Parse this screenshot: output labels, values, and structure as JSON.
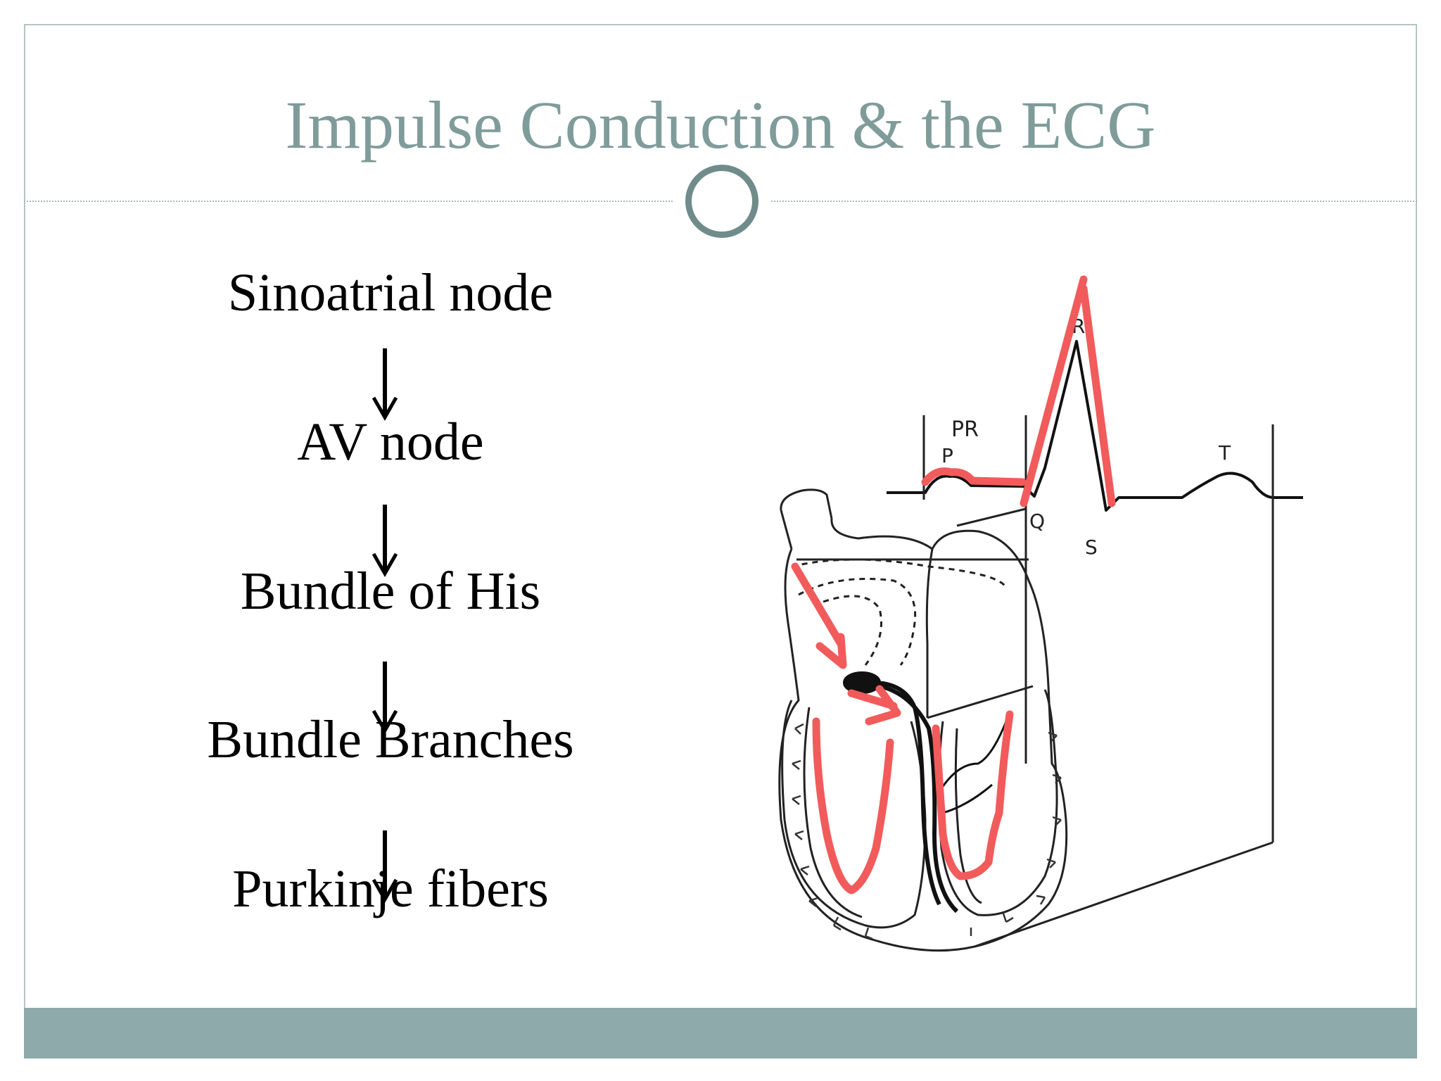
{
  "slide": {
    "title": "Impulse Conduction & the ECG"
  },
  "conduction_pathway": [
    "Sinoatrial node",
    "AV node",
    "Bundle of His",
    "Bundle Branches",
    "Purkinje fibers"
  ],
  "ecg_labels": {
    "interval": "PR",
    "p_wave": "P",
    "r_wave": "R",
    "q_wave": "Q",
    "s_wave": "S",
    "t_wave": "T"
  },
  "colors": {
    "title": "#7f9c9a",
    "accent_ring": "#6f8c8b",
    "footer_bar": "#8faaab",
    "highlight": "#f25b5b"
  }
}
